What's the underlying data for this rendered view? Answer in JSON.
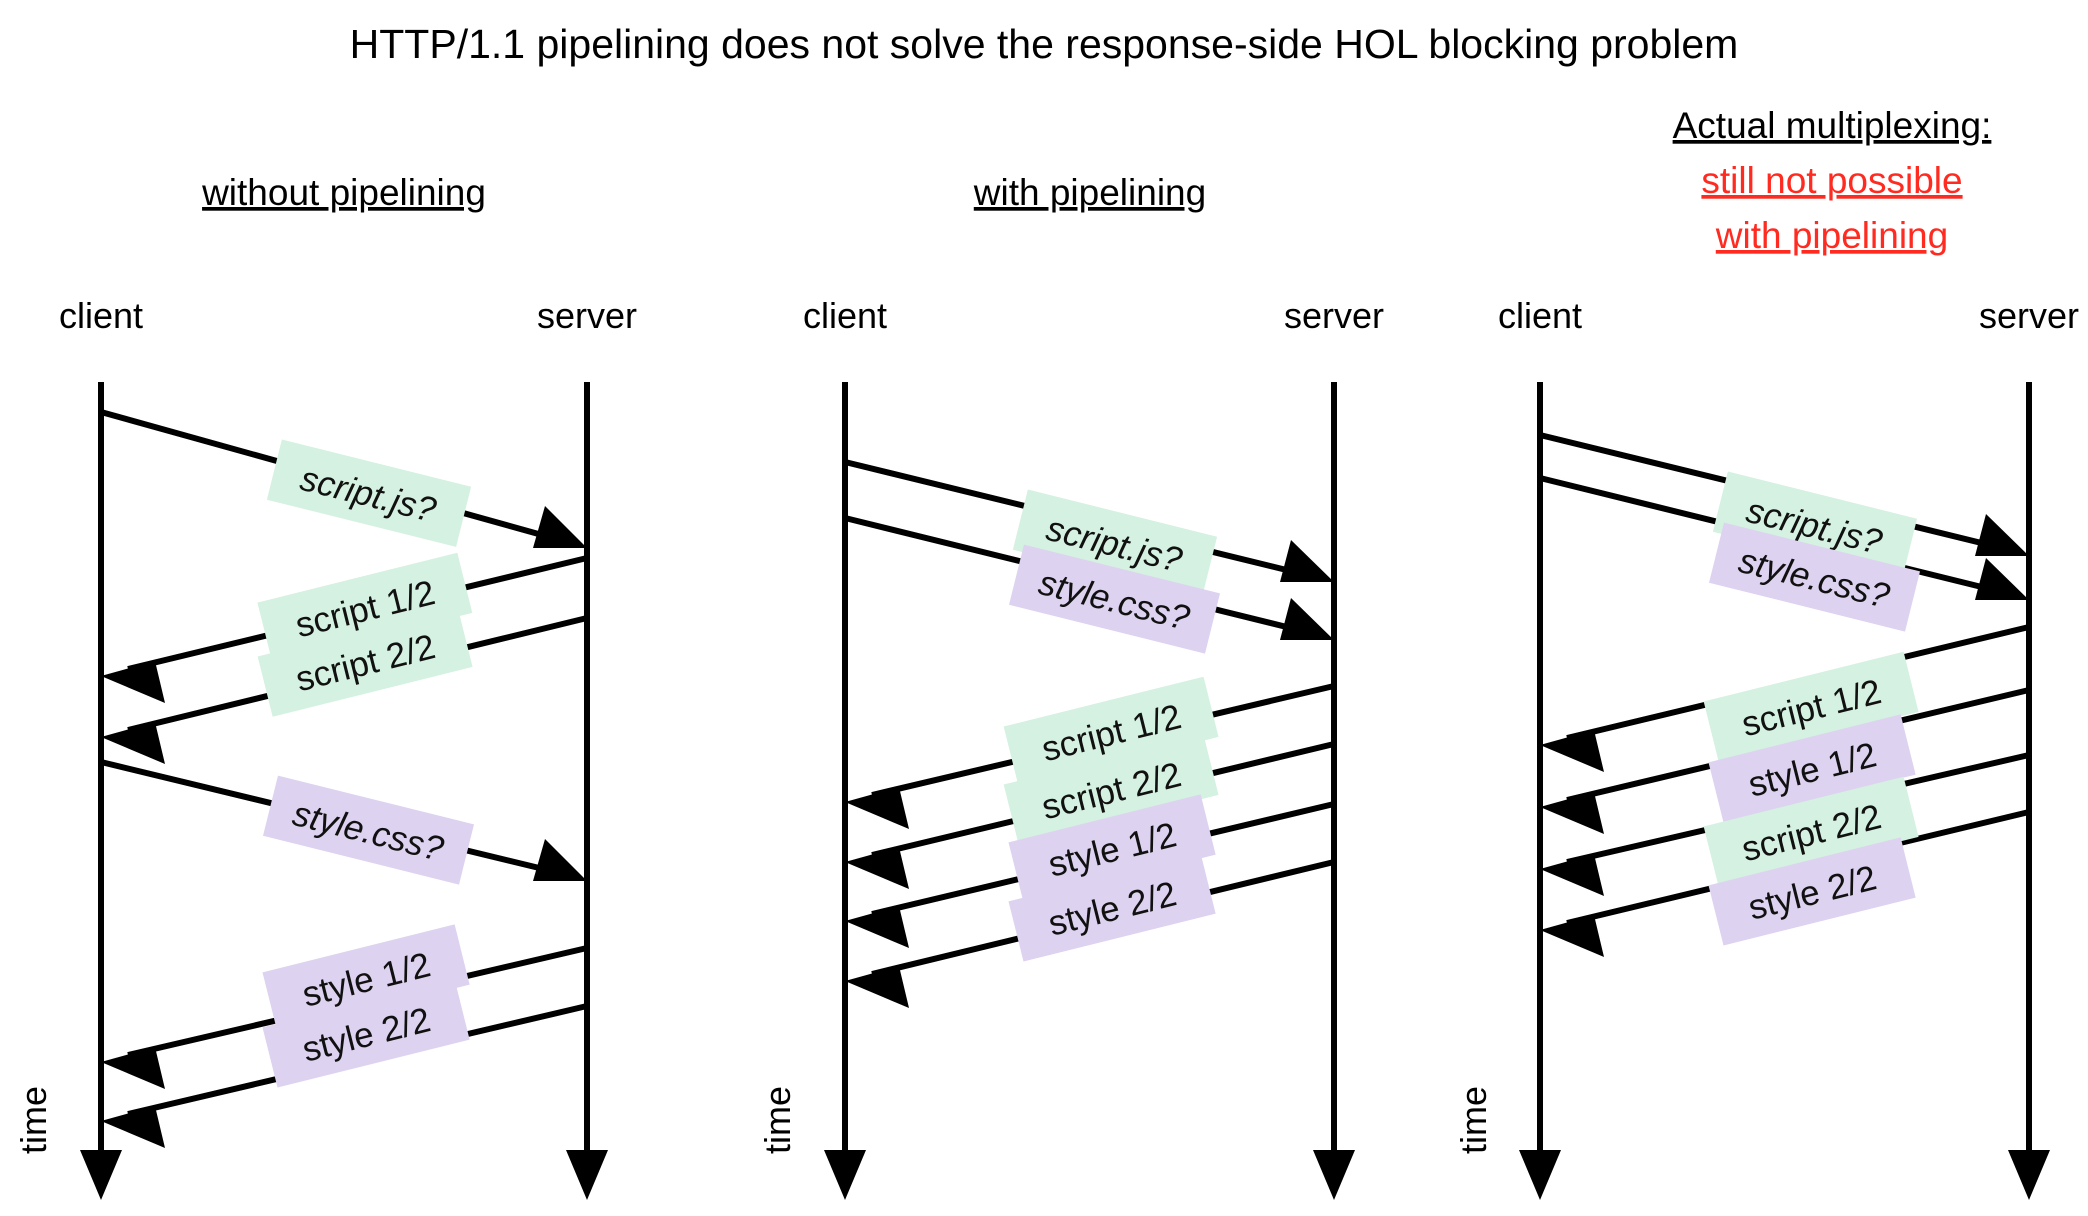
{
  "title": "HTTP/1.1 pipelining does not solve the response-side HOL blocking problem",
  "colors": {
    "script_chip": "#d5f1e1",
    "style_chip": "#ddd2ef",
    "red_accent": "#ff2a20",
    "line": "#000000",
    "background": "#ffffff"
  },
  "axis_label": "time",
  "endpoints": {
    "client": "client",
    "server": "server"
  },
  "columns": [
    {
      "id": "without-pipelining",
      "heading_lines": [
        {
          "text": "without pipelining",
          "color": "#000000",
          "underline": true
        }
      ],
      "client_label": "client",
      "server_label": "server",
      "time_label": "time",
      "messages": [
        {
          "label": "script.js?",
          "kind": "request",
          "type": "script",
          "dir": "to-server",
          "order": 1
        },
        {
          "label": "script 1/2",
          "kind": "response",
          "type": "script",
          "dir": "to-client",
          "order": 2
        },
        {
          "label": "script 2/2",
          "kind": "response",
          "type": "script",
          "dir": "to-client",
          "order": 3
        },
        {
          "label": "style.css?",
          "kind": "request",
          "type": "style",
          "dir": "to-server",
          "order": 4
        },
        {
          "label": "style 1/2",
          "kind": "response",
          "type": "style",
          "dir": "to-client",
          "order": 5
        },
        {
          "label": "style 2/2",
          "kind": "response",
          "type": "style",
          "dir": "to-client",
          "order": 6
        }
      ]
    },
    {
      "id": "with-pipelining",
      "heading_lines": [
        {
          "text": "with pipelining",
          "color": "#000000",
          "underline": true
        }
      ],
      "client_label": "client",
      "server_label": "server",
      "time_label": "time",
      "messages": [
        {
          "label": "script.js?",
          "kind": "request",
          "type": "script",
          "dir": "to-server",
          "order": 1
        },
        {
          "label": "style.css?",
          "kind": "request",
          "type": "style",
          "dir": "to-server",
          "order": 2
        },
        {
          "label": "script 1/2",
          "kind": "response",
          "type": "script",
          "dir": "to-client",
          "order": 3
        },
        {
          "label": "script 2/2",
          "kind": "response",
          "type": "script",
          "dir": "to-client",
          "order": 4
        },
        {
          "label": "style 1/2",
          "kind": "response",
          "type": "style",
          "dir": "to-client",
          "order": 5
        },
        {
          "label": "style 2/2",
          "kind": "response",
          "type": "style",
          "dir": "to-client",
          "order": 6
        }
      ]
    },
    {
      "id": "actual-multiplexing",
      "heading_lines": [
        {
          "text": "Actual multiplexing:",
          "color": "#000000",
          "underline": true
        },
        {
          "text": "still not possible",
          "color": "#ff2a20",
          "underline": true
        },
        {
          "text": "with pipelining",
          "color": "#ff2a20",
          "underline": true
        }
      ],
      "client_label": "client",
      "server_label": "server",
      "time_label": "time",
      "messages": [
        {
          "label": "script.js?",
          "kind": "request",
          "type": "script",
          "dir": "to-server",
          "order": 1
        },
        {
          "label": "style.css?",
          "kind": "request",
          "type": "style",
          "dir": "to-server",
          "order": 2
        },
        {
          "label": "script 1/2",
          "kind": "response",
          "type": "script",
          "dir": "to-client",
          "order": 3
        },
        {
          "label": "style 1/2",
          "kind": "response",
          "type": "style",
          "dir": "to-client",
          "order": 4
        },
        {
          "label": "script 2/2",
          "kind": "response",
          "type": "script",
          "dir": "to-client",
          "order": 5
        },
        {
          "label": "style 2/2",
          "kind": "response",
          "type": "style",
          "dir": "to-client",
          "order": 6
        }
      ]
    }
  ]
}
